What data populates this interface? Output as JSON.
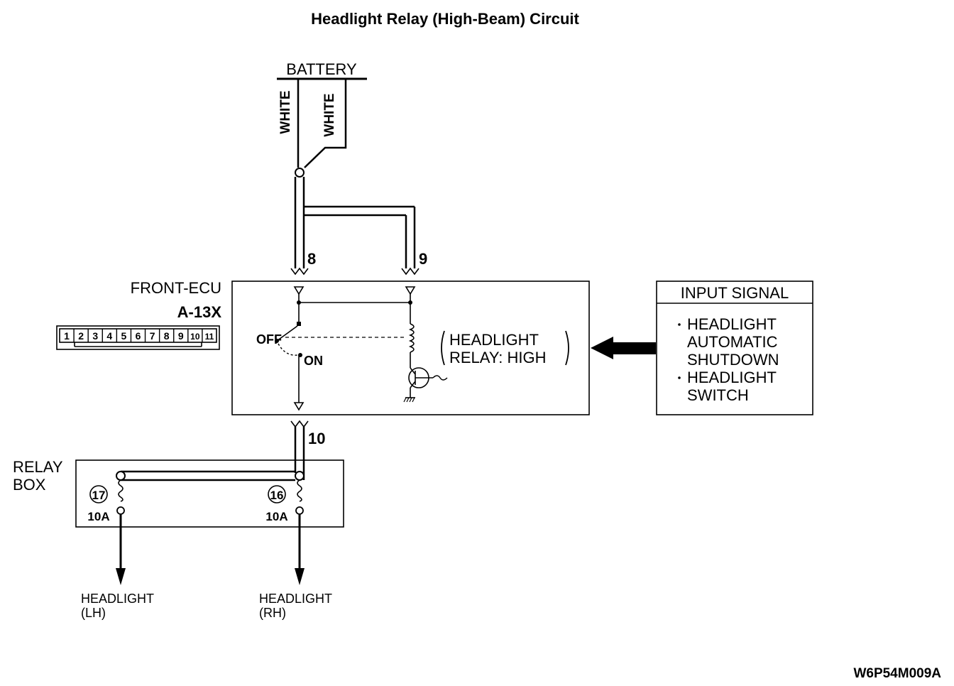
{
  "title": "Headlight Relay (High-Beam) Circuit",
  "battery": {
    "label": "BATTERY",
    "wire1": "WHITE",
    "wire2": "WHITE"
  },
  "ecu": {
    "name": "FRONT-ECU",
    "connector": "A-13X",
    "pins": [
      "1",
      "2",
      "3",
      "4",
      "5",
      "6",
      "7",
      "8",
      "9",
      "10",
      "11"
    ],
    "terminal_8": "8",
    "terminal_9": "9",
    "terminal_10": "10",
    "switch_off": "OFF",
    "switch_on": "ON",
    "relay_line1": "HEADLIGHT",
    "relay_line2": "RELAY: HIGH"
  },
  "input_signal": {
    "title": "INPUT SIGNAL",
    "items": [
      {
        "lines": [
          "HEADLIGHT",
          "AUTOMATIC",
          "SHUTDOWN"
        ]
      },
      {
        "lines": [
          "HEADLIGHT",
          "SWITCH"
        ]
      }
    ]
  },
  "relay_box": {
    "label_line1": "RELAY",
    "label_line2": "BOX",
    "fuses": [
      {
        "number": "17",
        "rating": "10A"
      },
      {
        "number": "16",
        "rating": "10A"
      }
    ]
  },
  "outputs": [
    {
      "line1": "HEADLIGHT",
      "line2": "(LH)"
    },
    {
      "line1": "HEADLIGHT",
      "line2": "(RH)"
    }
  ],
  "figure_code": "W6P54M009A"
}
